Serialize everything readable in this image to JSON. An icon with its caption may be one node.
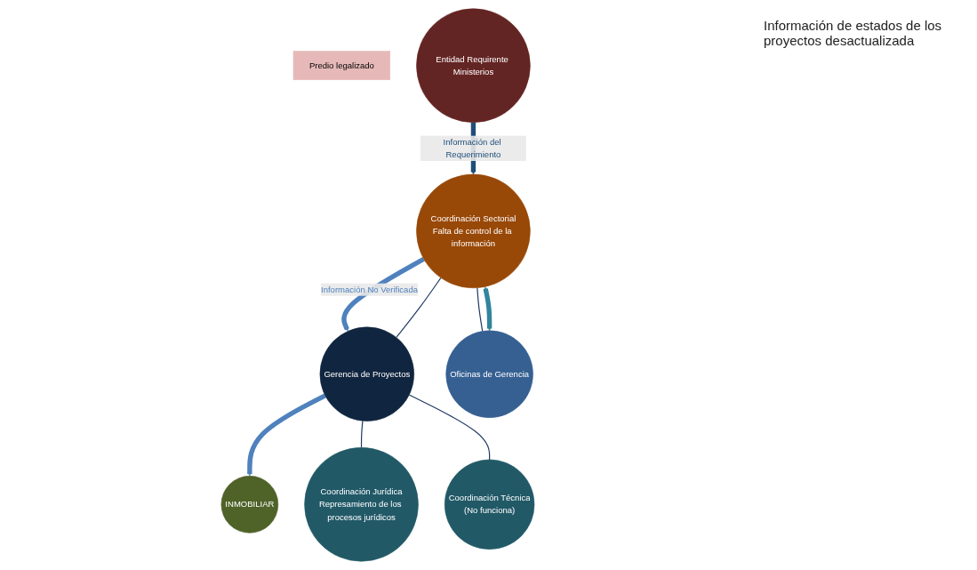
{
  "diagram": {
    "nodes": [
      {
        "text": [
          "Predio legalizado"
        ]
      },
      {
        "text": [
          "Entidad Requirente Ministerios"
        ]
      },
      {
        "text": [
          "Gerencia de Proyectos"
        ]
      },
      {
        "text": [
          "INMOBILIAR"
        ]
      },
      {
        "text": [
          "Coordinación Sectorial",
          "Falta de control de la información"
        ]
      },
      {
        "text": [
          "Coordinación Jurídica",
          "Represamiento de los procesos jurídicos"
        ]
      },
      {
        "text": [
          "Coordinación Técnica",
          "(No funciona)"
        ]
      },
      {
        "text": [
          "Oficinas de Gerencia"
        ]
      }
    ],
    "edges": [
      {
        "from": 1,
        "to": 4,
        "arrow": "to",
        "label": "Información del Requerimiento",
        "style": "thick",
        "color": "#1f4e79"
      },
      {
        "from": 4,
        "to": 2,
        "arrow": "to",
        "label": "Información No Verificada",
        "style": "thick",
        "color": "#4f81bd"
      },
      {
        "from": 2,
        "to": 3,
        "arrow": "to",
        "style": "thick",
        "color": "#4f81bd"
      },
      {
        "from": 2,
        "to": 4,
        "arrow": "none"
      },
      {
        "from": 2,
        "to": 5,
        "arrow": "none"
      },
      {
        "from": 2,
        "to": 6,
        "arrow": "none"
      },
      {
        "from": 4,
        "to": 7,
        "arrow": "none"
      },
      {
        "from": 4,
        "to": 7,
        "arrow": "both",
        "style": "thick",
        "color": "#31859c"
      }
    ],
    "labels": [
      "Información de estados de los proyectos desactualizada"
    ]
  }
}
